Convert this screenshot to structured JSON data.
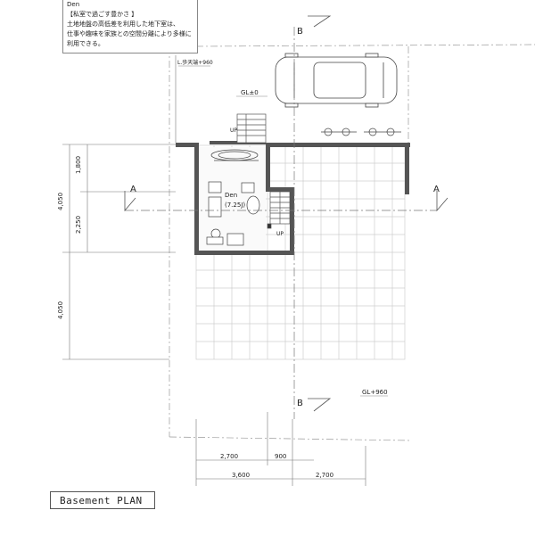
{
  "note": {
    "room": "Den",
    "heading": "【私室で過ごす豊かさ 】",
    "line1": "土地地盤の高低差を利用した地下室は、",
    "line2": "仕事や趣味を家族との空間分離により多様に",
    "line3": "利用できる。"
  },
  "labels": {
    "road_level": "L.歩天端+960",
    "gl_zero": "GL±0",
    "gl_960": "GL+960",
    "room_name": "Den",
    "room_area": "(7.25J)",
    "stair_up": "UP",
    "stair_up_top": "UP"
  },
  "sections": {
    "a": "A",
    "b": "B"
  },
  "dimensions": {
    "left_upper": [
      "1,800",
      "2,250"
    ],
    "left_total_upper": "4,050",
    "left_total_lower": "4,050",
    "bottom_row1": [
      "2,700",
      "900"
    ],
    "bottom_row2": [
      "3,600",
      "2,700"
    ]
  },
  "caption": "Basement PLAN"
}
